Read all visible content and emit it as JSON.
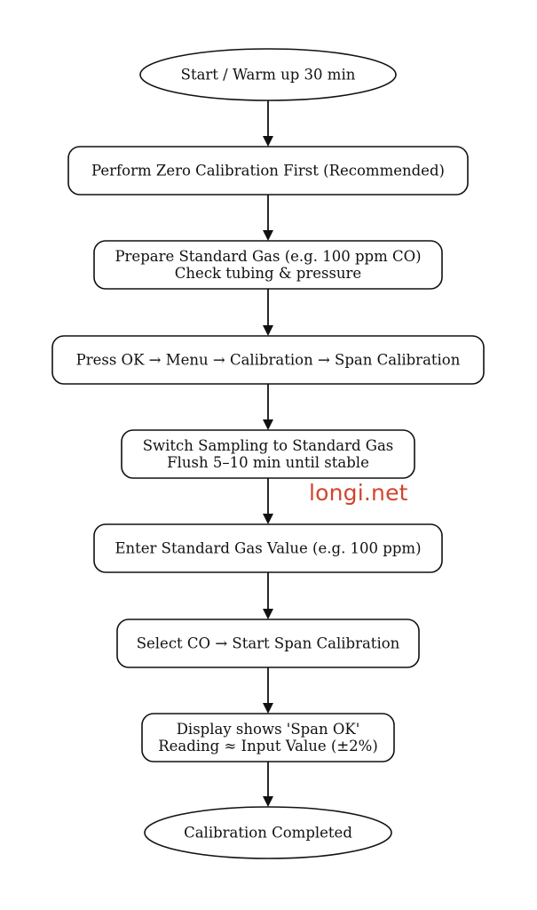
{
  "flowchart": {
    "steps": [
      {
        "shape": "ellipse",
        "lines": [
          "Start / Warm up 30 min"
        ]
      },
      {
        "shape": "rounded-rect",
        "lines": [
          "Perform Zero Calibration First (Recommended)"
        ]
      },
      {
        "shape": "rounded-rect",
        "lines": [
          "Prepare Standard Gas (e.g. 100 ppm CO)",
          "Check tubing & pressure"
        ]
      },
      {
        "shape": "rounded-rect",
        "lines": [
          "Press OK → Menu → Calibration → Span Calibration"
        ]
      },
      {
        "shape": "rounded-rect",
        "lines": [
          "Switch Sampling to Standard Gas",
          "Flush 5–10 min until stable"
        ]
      },
      {
        "shape": "rounded-rect",
        "lines": [
          "Enter Standard Gas Value (e.g. 100 ppm)"
        ]
      },
      {
        "shape": "rounded-rect",
        "lines": [
          "Select CO → Start Span Calibration"
        ]
      },
      {
        "shape": "rounded-rect",
        "lines": [
          "Display shows 'Span OK'",
          "Reading ≈ Input Value (±2%)"
        ]
      },
      {
        "shape": "ellipse",
        "lines": [
          "Calibration Completed"
        ]
      }
    ]
  },
  "watermark": {
    "text": "longi.net",
    "color": "#d2452d"
  }
}
